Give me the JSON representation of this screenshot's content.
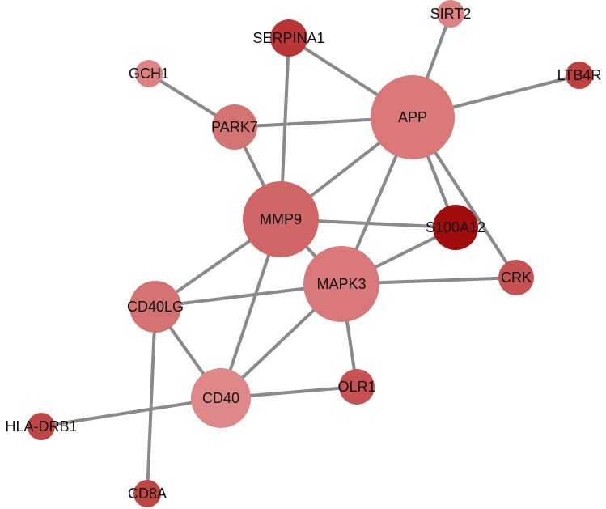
{
  "network": {
    "nodes": [
      {
        "id": "APP",
        "label": "APP",
        "color": "#d97876"
      },
      {
        "id": "MMP9",
        "label": "MMP9",
        "color": "#cf6564"
      },
      {
        "id": "MAPK3",
        "label": "MAPK3",
        "color": "#d9787a"
      },
      {
        "id": "CD40",
        "label": "CD40",
        "color": "#df8889"
      },
      {
        "id": "CD40LG",
        "label": "CD40LG",
        "color": "#d47273"
      },
      {
        "id": "PARK7",
        "label": "PARK7",
        "color": "#d47472"
      },
      {
        "id": "S100A12",
        "label": "S100A12",
        "color": "#a10c0c"
      },
      {
        "id": "SERPINA1",
        "label": "SERPINA1",
        "color": "#b93536"
      },
      {
        "id": "SIRT2",
        "label": "SIRT2",
        "color": "#dd8282"
      },
      {
        "id": "GCH1",
        "label": "GCH1",
        "color": "#dd8282"
      },
      {
        "id": "LTB4R",
        "label": "LTB4R",
        "color": "#c04040"
      },
      {
        "id": "CRK",
        "label": "CRK",
        "color": "#c65253"
      },
      {
        "id": "OLR1",
        "label": "OLR1",
        "color": "#c65253"
      },
      {
        "id": "HLA-DRB1",
        "label": "HLA-DRB1",
        "color": "#c04545"
      },
      {
        "id": "CD8A",
        "label": "CD8A",
        "color": "#c04545"
      }
    ],
    "edges": [
      [
        "APP",
        "SERPINA1"
      ],
      [
        "APP",
        "SIRT2"
      ],
      [
        "APP",
        "LTB4R"
      ],
      [
        "APP",
        "PARK7"
      ],
      [
        "APP",
        "MMP9"
      ],
      [
        "APP",
        "S100A12"
      ],
      [
        "APP",
        "CRK"
      ],
      [
        "APP",
        "MAPK3"
      ],
      [
        "GCH1",
        "PARK7"
      ],
      [
        "PARK7",
        "MMP9"
      ],
      [
        "SERPINA1",
        "MMP9"
      ],
      [
        "MMP9",
        "S100A12"
      ],
      [
        "MMP9",
        "MAPK3"
      ],
      [
        "MMP9",
        "CD40LG"
      ],
      [
        "MMP9",
        "CD40"
      ],
      [
        "MAPK3",
        "S100A12"
      ],
      [
        "MAPK3",
        "CRK"
      ],
      [
        "MAPK3",
        "CD40LG"
      ],
      [
        "MAPK3",
        "CD40"
      ],
      [
        "MAPK3",
        "OLR1"
      ],
      [
        "CD40LG",
        "CD40"
      ],
      [
        "CD40LG",
        "CD8A"
      ],
      [
        "CD40",
        "OLR1"
      ],
      [
        "CD40",
        "HLA-DRB1"
      ]
    ]
  }
}
